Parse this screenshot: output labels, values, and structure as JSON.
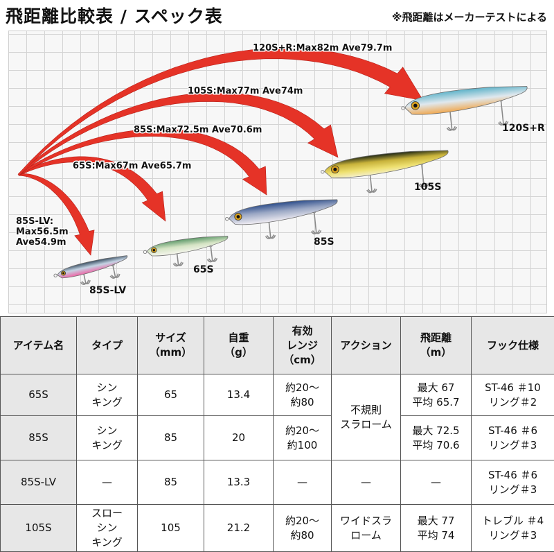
{
  "header": {
    "title": "飛距離比較表 / スペック表",
    "note": "※飛距離はメーカーテストによる"
  },
  "colors": {
    "arrow": "#e53327",
    "grid": "#d4d4d4",
    "header_bg": "#e7e7e7"
  },
  "chart_data": {
    "type": "diagram",
    "items": [
      {
        "name": "85S-LV",
        "distance_label": "85S-LV:\nMax56.5m\nAve54.9m",
        "max_m": 56.5,
        "ave_m": 54.9
      },
      {
        "name": "65S",
        "distance_label": "65S:Max67m Ave65.7m",
        "max_m": 67,
        "ave_m": 65.7
      },
      {
        "name": "85S",
        "distance_label": "85S:Max72.5m Ave70.6m",
        "max_m": 72.5,
        "ave_m": 70.6
      },
      {
        "name": "105S",
        "distance_label": "105S:Max77m Ave74m",
        "max_m": 77,
        "ave_m": 74
      },
      {
        "name": "120S+R",
        "distance_label": "120S+R:Max82m Ave79.7m",
        "max_m": 82,
        "ave_m": 79.7
      }
    ],
    "grid": true
  },
  "table": {
    "headers": [
      "アイテム名",
      "タイプ",
      "サイズ\n（mm）",
      "自重\n（g）",
      "有効\nレンジ\n（cm）",
      "アクション",
      "飛距離\n（m）",
      "フック仕様"
    ],
    "rows": [
      [
        "65S",
        "シン\nキング",
        "65",
        "13.4",
        "約20〜\n約80",
        "不規則\nスラローム",
        "最大 67\n平均 65.7",
        "ST-46 ＃10\nリング＃2"
      ],
      [
        "85S",
        "シン\nキング",
        "85",
        "20",
        "約20〜\n約100",
        "",
        "最大 72.5\n平均 70.6",
        "ST-46 ＃6\nリング＃3"
      ],
      [
        "85S-LV",
        "—",
        "85",
        "13.3",
        "—",
        "—",
        "—",
        "ST-46 ＃6\nリング＃3"
      ],
      [
        "105S",
        "スロー\nシン\nキング",
        "105",
        "21.2",
        "約20〜\n約80",
        "ワイドスラ\nローム",
        "最大 77\n平均 74",
        "トレブル ＃4\nリング＃3"
      ]
    ]
  }
}
